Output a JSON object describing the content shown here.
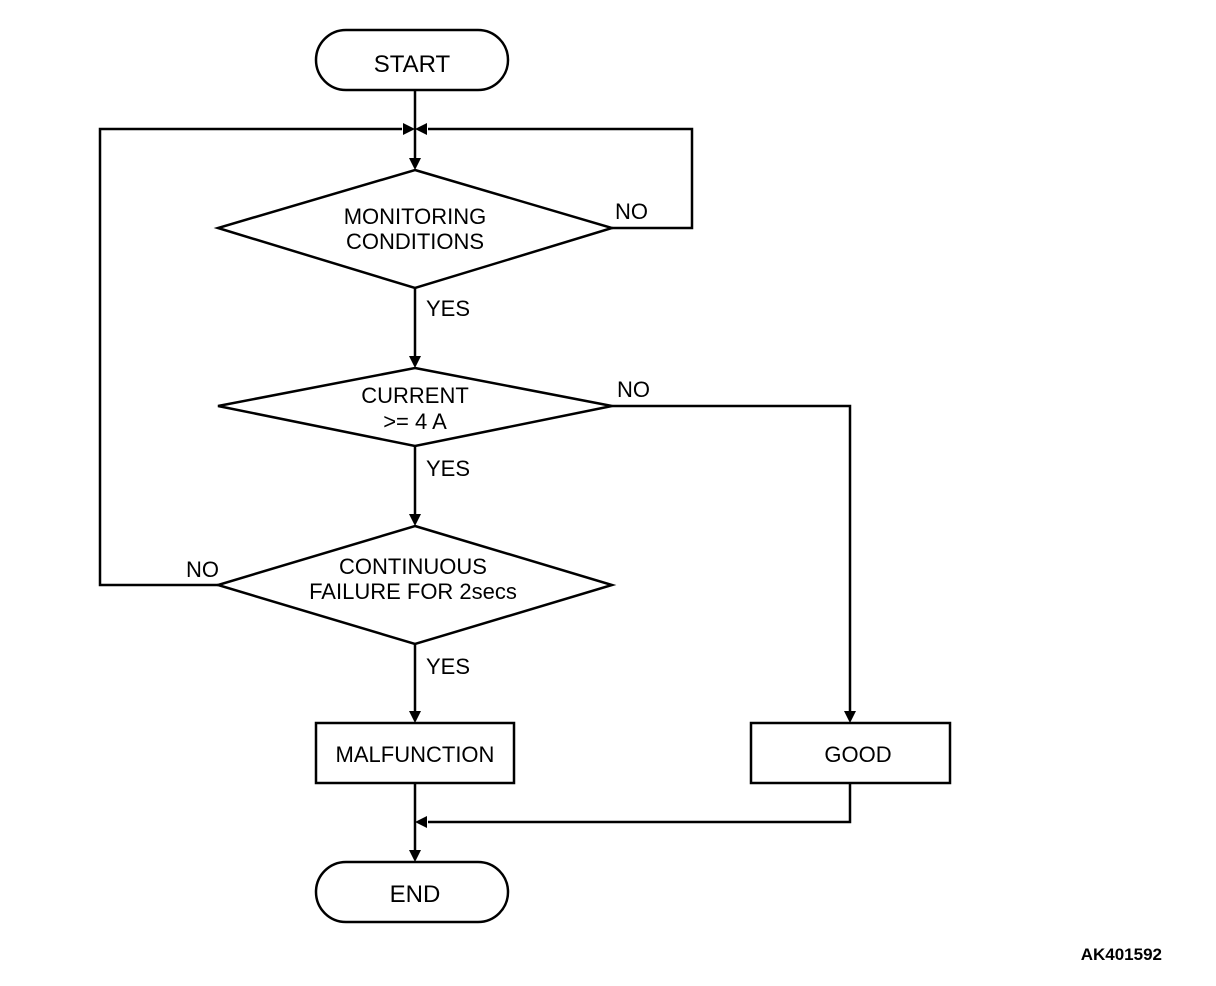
{
  "nodes": {
    "start": "START",
    "monitoring": [
      "MONITORING",
      "CONDITIONS"
    ],
    "current": [
      "CURRENT",
      ">= 4 A"
    ],
    "continuous": [
      "CONTINUOUS",
      "FAILURE FOR 2secs"
    ],
    "malfunction": "MALFUNCTION",
    "good": "GOOD",
    "end": "END"
  },
  "edges": {
    "monitoring_no": "NO",
    "monitoring_yes": "YES",
    "current_no": "NO",
    "current_yes": "YES",
    "continuous_no": "NO",
    "continuous_yes": "YES"
  },
  "figure_code": "AK401592"
}
